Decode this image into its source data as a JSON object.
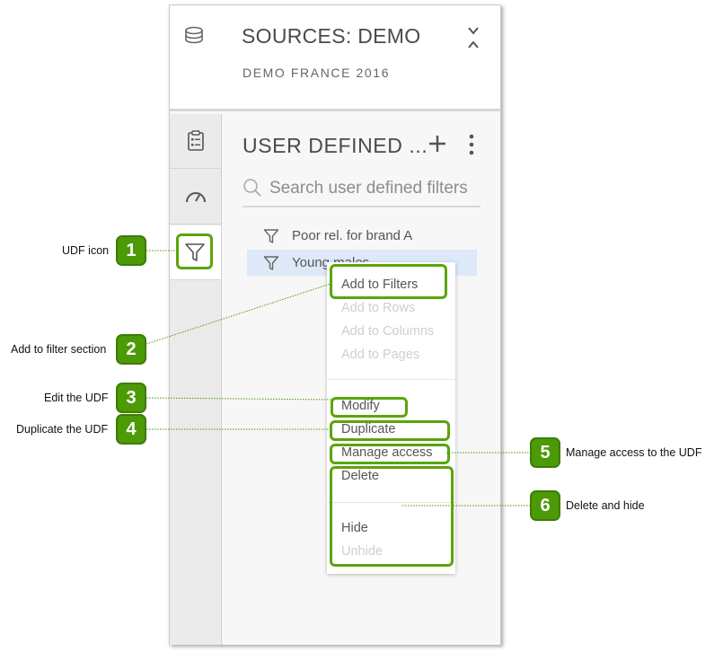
{
  "header": {
    "title": "SOURCES: DEMO",
    "subtitle": "DEMO FRANCE 2016"
  },
  "tabs": [
    {
      "icon": "clipboard-icon"
    },
    {
      "icon": "gauge-icon"
    },
    {
      "icon": "filter-icon",
      "active": true
    }
  ],
  "content": {
    "title": "USER DEFINED ...",
    "search_placeholder": "Search user defined filters",
    "items": [
      {
        "label": "Poor rel. for brand A",
        "selected": false
      },
      {
        "label": "Young males",
        "selected": true
      }
    ]
  },
  "menu": {
    "add_to_filters": "Add to Filters",
    "add_to_rows": "Add to Rows",
    "add_to_columns": "Add to Columns",
    "add_to_pages": "Add to Pages",
    "modify": "Modify",
    "duplicate": "Duplicate",
    "manage_access": "Manage access",
    "delete": "Delete",
    "hide": "Hide",
    "unhide": "Unhide"
  },
  "callouts": [
    {
      "number": "1",
      "label": "UDF icon"
    },
    {
      "number": "2",
      "label": "Add to filter section"
    },
    {
      "number": "3",
      "label": "Edit the UDF"
    },
    {
      "number": "4",
      "label": "Duplicate the UDF"
    },
    {
      "number": "5",
      "label": "Manage access to the UDF"
    },
    {
      "number": "6",
      "label": "Delete and hide"
    }
  ],
  "colors": {
    "callout_green": "#4c9a06",
    "selected_row": "#dde8f8"
  }
}
